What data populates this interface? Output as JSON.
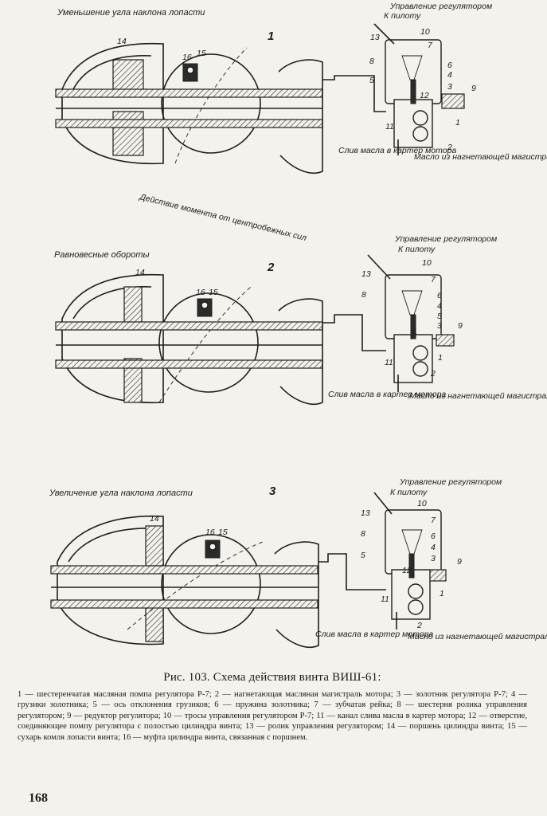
{
  "panels": [
    {
      "number": "1",
      "title": "Уменьшение угла наклона лопасти",
      "control_label": "Управление регулятором",
      "pilot_label": "К пилоту",
      "drain_label": "Слив масла в картер мотора",
      "supply_label": "Масло из нагнетающей магистра и мотора",
      "force_label": "Действие момента от центробежных сил",
      "labels": [
        "14",
        "16",
        "15",
        "13",
        "10",
        "8",
        "7",
        "6",
        "4",
        "5",
        "3",
        "9",
        "12",
        "11",
        "1",
        "2"
      ]
    },
    {
      "number": "2",
      "title": "Равновесные обороты",
      "control_label": "Управление регулятором",
      "pilot_label": "К пилоту",
      "drain_label": "Слив масла в картер мотора",
      "supply_label": "Масло из нагнетающей магистрали мотора",
      "labels": [
        "14",
        "16",
        "15",
        "13",
        "10",
        "8",
        "7",
        "6",
        "4",
        "5",
        "3",
        "9",
        "1",
        "11",
        "1",
        "2"
      ]
    },
    {
      "number": "3",
      "title": "Увеличение угла наклона лопасти",
      "control_label": "Управление регулятором",
      "pilot_label": "К пилоту",
      "drain_label": "Слив масла в картер мотора",
      "supply_label": "Масло из нагнетающей магистрали мотора",
      "labels": [
        "14",
        "16",
        "15",
        "13",
        "10",
        "8",
        "7",
        "6",
        "4",
        "5",
        "3",
        "9",
        "12",
        "11",
        "1",
        "2"
      ]
    }
  ],
  "caption": {
    "title": "Рис. 103. Схема действия винта ВИШ-61:",
    "legend": "1 — шестеренчатая масляная помпа регулятора Р-7; 2 — нагнетающая масляная магистраль мотора; 3 — золотник регулятора Р-7; 4 — грузики золотника; 5 — ось отклонения грузиков; 6 — пружина золотника; 7 — зубчатая рейка; 8 — шестерня ролика управления регулятором; 9 — редуктор регулятора; 10 — тросы управления регулятором Р-7; 11 — канал слива масла в картер мотора; 12 — отверстие, соединяющее помпу регулятора с полостью цилиндра винта; 13 — ролик управления регулятором; 14 — поршень цилиндра винта; 15 — сухарь комля лопасти винта; 16 — муфта цилиндра винта, связанная с поршнем."
  },
  "page_number": "168"
}
